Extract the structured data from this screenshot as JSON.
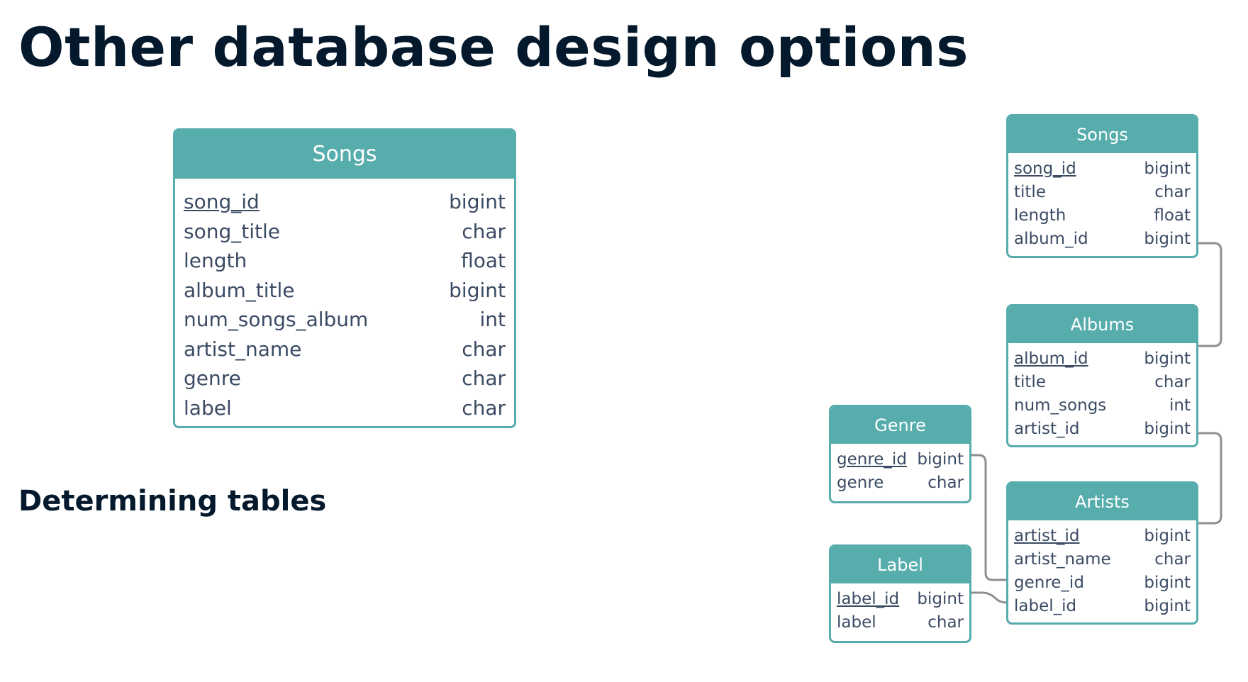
{
  "slide": {
    "title": "Other database design options",
    "subtitle": "Determining tables"
  },
  "big_table": {
    "name": "Songs",
    "columns": [
      {
        "name": "song_id",
        "type": "bigint"
      },
      {
        "name": "song_title",
        "type": "char"
      },
      {
        "name": "length",
        "type": "float"
      },
      {
        "name": "album_title",
        "type": "bigint"
      },
      {
        "name": "num_songs_album",
        "type": "int"
      },
      {
        "name": "artist_name",
        "type": "char"
      },
      {
        "name": "genre",
        "type": "char"
      },
      {
        "name": "label",
        "type": "char"
      }
    ]
  },
  "normalized": {
    "songs": {
      "name": "Songs",
      "columns": [
        {
          "name": "song_id",
          "type": "bigint"
        },
        {
          "name": "title",
          "type": "char"
        },
        {
          "name": "length",
          "type": "float"
        },
        {
          "name": "album_id",
          "type": "bigint"
        }
      ]
    },
    "albums": {
      "name": "Albums",
      "columns": [
        {
          "name": "album_id",
          "type": "bigint"
        },
        {
          "name": "title",
          "type": "char"
        },
        {
          "name": "num_songs",
          "type": "int"
        },
        {
          "name": "artist_id",
          "type": "bigint"
        }
      ]
    },
    "genre": {
      "name": "Genre",
      "columns": [
        {
          "name": "genre_id",
          "type": "bigint"
        },
        {
          "name": "genre",
          "type": "char"
        }
      ]
    },
    "artists": {
      "name": "Artists",
      "columns": [
        {
          "name": "artist_id",
          "type": "bigint"
        },
        {
          "name": "artist_name",
          "type": "char"
        },
        {
          "name": "genre_id",
          "type": "bigint"
        },
        {
          "name": "label_id",
          "type": "bigint"
        }
      ]
    },
    "label": {
      "name": "Label",
      "columns": [
        {
          "name": "label_id",
          "type": "bigint"
        },
        {
          "name": "label",
          "type": "char"
        }
      ]
    }
  },
  "colors": {
    "header": "#57acac",
    "title_text": "#05192d",
    "row_text": "#3b4b64",
    "connector": "#8f8f8f"
  }
}
